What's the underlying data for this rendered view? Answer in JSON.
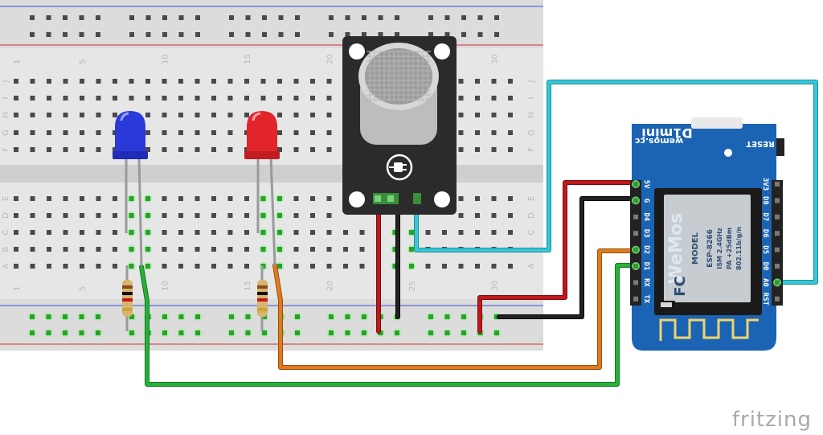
{
  "breadboard": {
    "column_numbers": [
      "1",
      "5",
      "10",
      "15",
      "20",
      "25",
      "30"
    ],
    "row_letters_top": [
      "J",
      "I",
      "H",
      "G",
      "F"
    ],
    "row_letters_bottom": [
      "E",
      "D",
      "C",
      "B",
      "A"
    ]
  },
  "board": {
    "top_labels": [
      "D1mini",
      "wemos.cc",
      "RESET"
    ],
    "left_pins": [
      "5V",
      "G",
      "D4",
      "D3",
      "D2",
      "D1",
      "RX",
      "TX"
    ],
    "right_pins": [
      "3V3",
      "D8",
      "D7",
      "D6",
      "D5",
      "D0",
      "A0",
      "RST"
    ],
    "module_brand": "WeMos",
    "module_model": "MODEL",
    "module_text": [
      "ESP-8266",
      "ISM 2.4GHz",
      "PA +25dBm",
      "802.11b/g/n"
    ],
    "fc_mark": "FC"
  },
  "watermark": "fritzing",
  "colors": {
    "wire_red": "#c1161c",
    "wire_black": "#222222",
    "wire_green": "#27b03a",
    "wire_orange": "#e07a1f",
    "wire_cyan": "#37c7d6",
    "board_blue": "#1b63b3",
    "led_blue": "#2b39d8",
    "led_red": "#e2252a"
  },
  "icons": [
    "plug-icon"
  ]
}
